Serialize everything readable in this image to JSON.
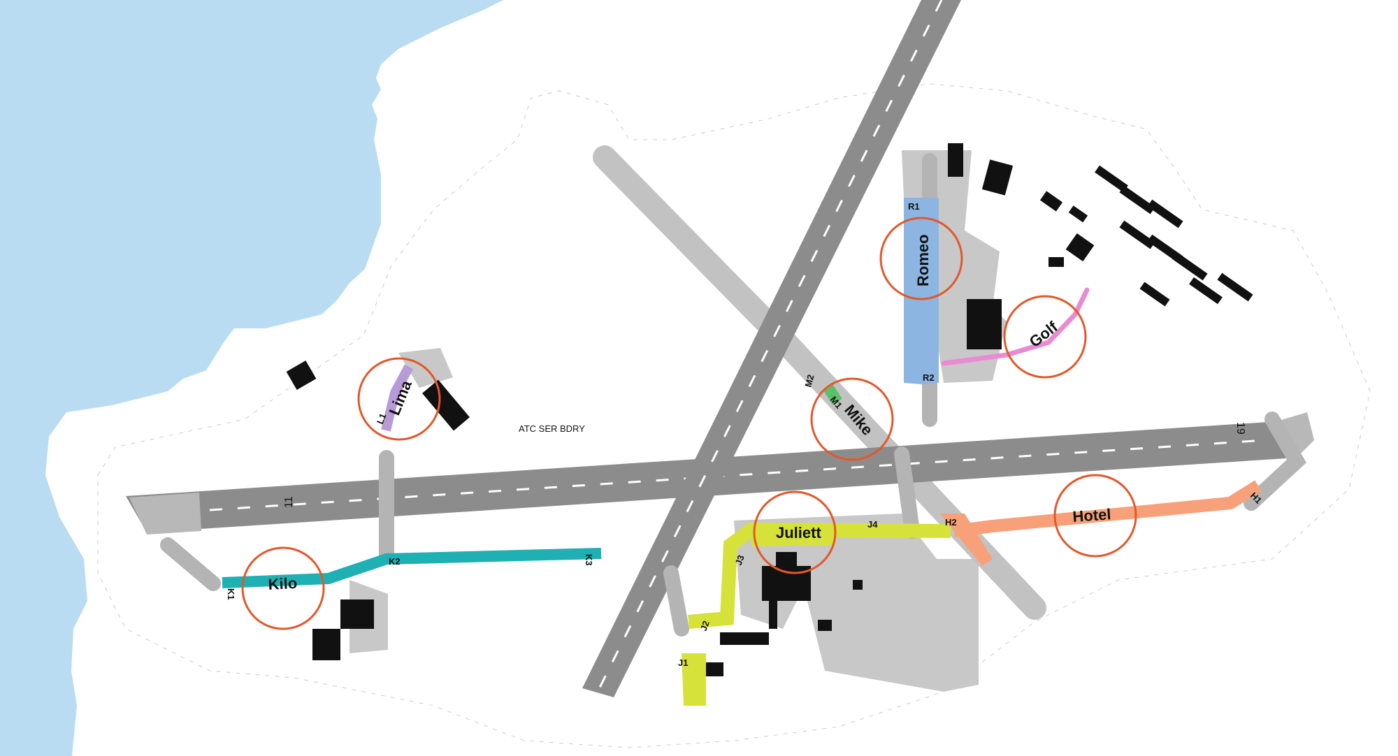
{
  "map": {
    "annotation": "ATC SER BDRY",
    "runway_markings": {
      "west_threshold": "11",
      "east_threshold": "19"
    },
    "taxiways": [
      {
        "name": "Kilo",
        "color": "#1fb0b3",
        "connectors": [
          "K1",
          "K2",
          "K3"
        ]
      },
      {
        "name": "Lima",
        "color": "#b79bd6",
        "connectors": [
          "L1"
        ]
      },
      {
        "name": "Mike",
        "color": "#5cbf6a",
        "connectors": [
          "M1",
          "M2"
        ]
      },
      {
        "name": "Juliett",
        "color": "#d6e23a",
        "connectors": [
          "J1",
          "J2",
          "J3",
          "J4"
        ]
      },
      {
        "name": "Hotel",
        "color": "#f8a07a",
        "connectors": [
          "H1",
          "H2"
        ]
      },
      {
        "name": "Romeo",
        "color": "#8db5e2",
        "connectors": [
          "R1",
          "R2"
        ]
      },
      {
        "name": "Golf",
        "color": "#e98ad2",
        "connectors": []
      }
    ],
    "highlight_color": "#e2582a",
    "water_color": "#b9dcf3",
    "pavement_color": "#8c8c8c",
    "apron_color": "#c8c8c8",
    "building_color": "#111111"
  }
}
